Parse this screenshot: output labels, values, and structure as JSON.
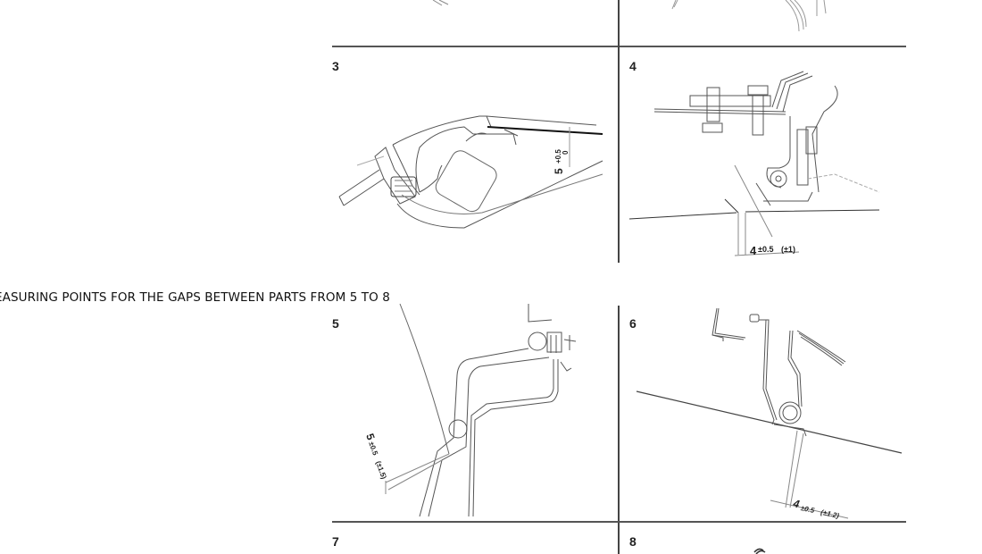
{
  "caption": "EASURING POINTS FOR THE GAPS BETWEEN PARTS FROM 5 TO 8",
  "panels": [
    {
      "number": "3",
      "dimension": {
        "main": "5",
        "tol_upper": "+0.5",
        "tol_lower": "0"
      }
    },
    {
      "number": "4",
      "dimension": {
        "main": "4",
        "tol": "±0.5",
        "extra": "(±1)"
      }
    },
    {
      "number": "5",
      "dimension": {
        "main": "5",
        "tol": "±0.5",
        "extra": "(±1.5)"
      }
    },
    {
      "number": "6",
      "dimension": {
        "main": "4",
        "tol": "±0.5",
        "extra": "(±1.2)"
      }
    },
    {
      "number": "7"
    },
    {
      "number": "8"
    }
  ]
}
